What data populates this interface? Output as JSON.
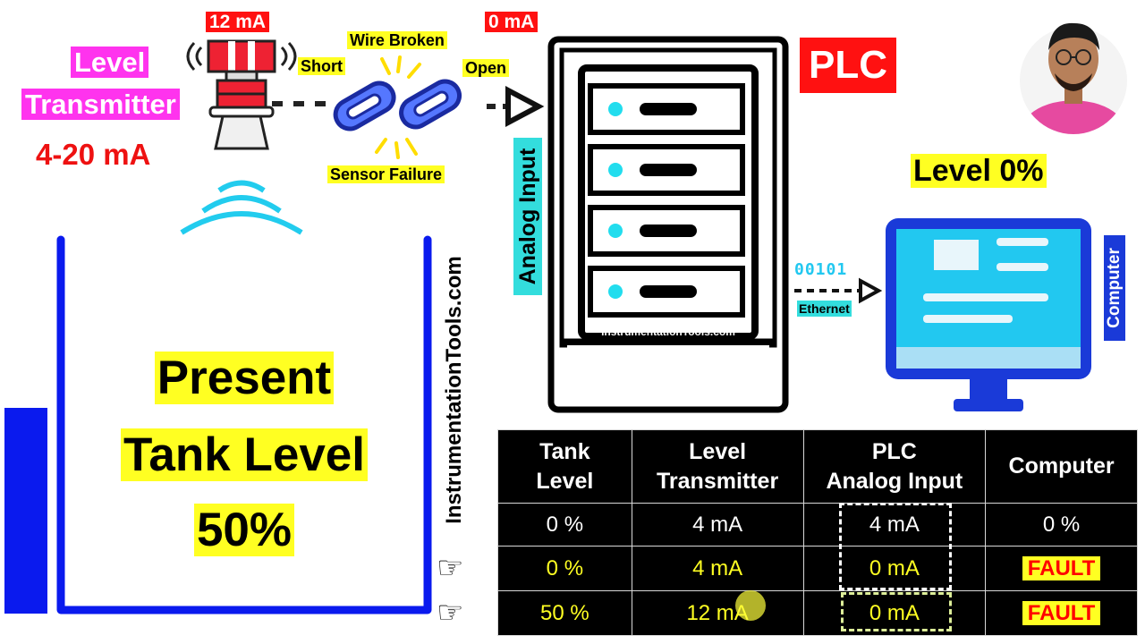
{
  "transmitter": {
    "label_line1": "Level",
    "label_line2": "Transmitter",
    "range": "4-20 mA",
    "current_reading": "12 mA"
  },
  "fault_annotations": {
    "wire_broken": "Wire Broken",
    "short": "Short",
    "open": "Open",
    "sensor_failure": "Sensor Failure",
    "plc_current": "0 mA"
  },
  "plc": {
    "title": "PLC",
    "analog_input_label": "Analog Input",
    "watermark": "InstrumentationTools.com"
  },
  "computer": {
    "level_readout": "Level 0%",
    "label": "Computer",
    "binary_stream": "00101",
    "link_label": "Ethernet"
  },
  "tank": {
    "caption_line1": "Present",
    "caption_line2": "Tank Level",
    "caption_line3": "50%",
    "level_fraction": 0.5
  },
  "site": {
    "vertical_watermark": "InstrumentationTools.com"
  },
  "table": {
    "headers": [
      [
        "Tank",
        "Level"
      ],
      [
        "Level",
        "Transmitter"
      ],
      [
        "PLC",
        "Analog Input"
      ],
      [
        "Computer"
      ]
    ],
    "rows": [
      [
        "0 %",
        "4 mA",
        "4 mA",
        "0 %"
      ],
      [
        "0 %",
        "4 mA",
        "0 mA",
        "FAULT"
      ],
      [
        "50 %",
        "12 mA",
        "0 mA",
        "FAULT"
      ]
    ]
  },
  "colors": {
    "accent_blue": "#1a3ad8",
    "tank_blue": "#0a1aee",
    "highlight_yellow": "#ffff22",
    "alarm_red": "#ff1111",
    "label_magenta": "#ff33ee",
    "screen_cyan": "#22c8f0"
  }
}
